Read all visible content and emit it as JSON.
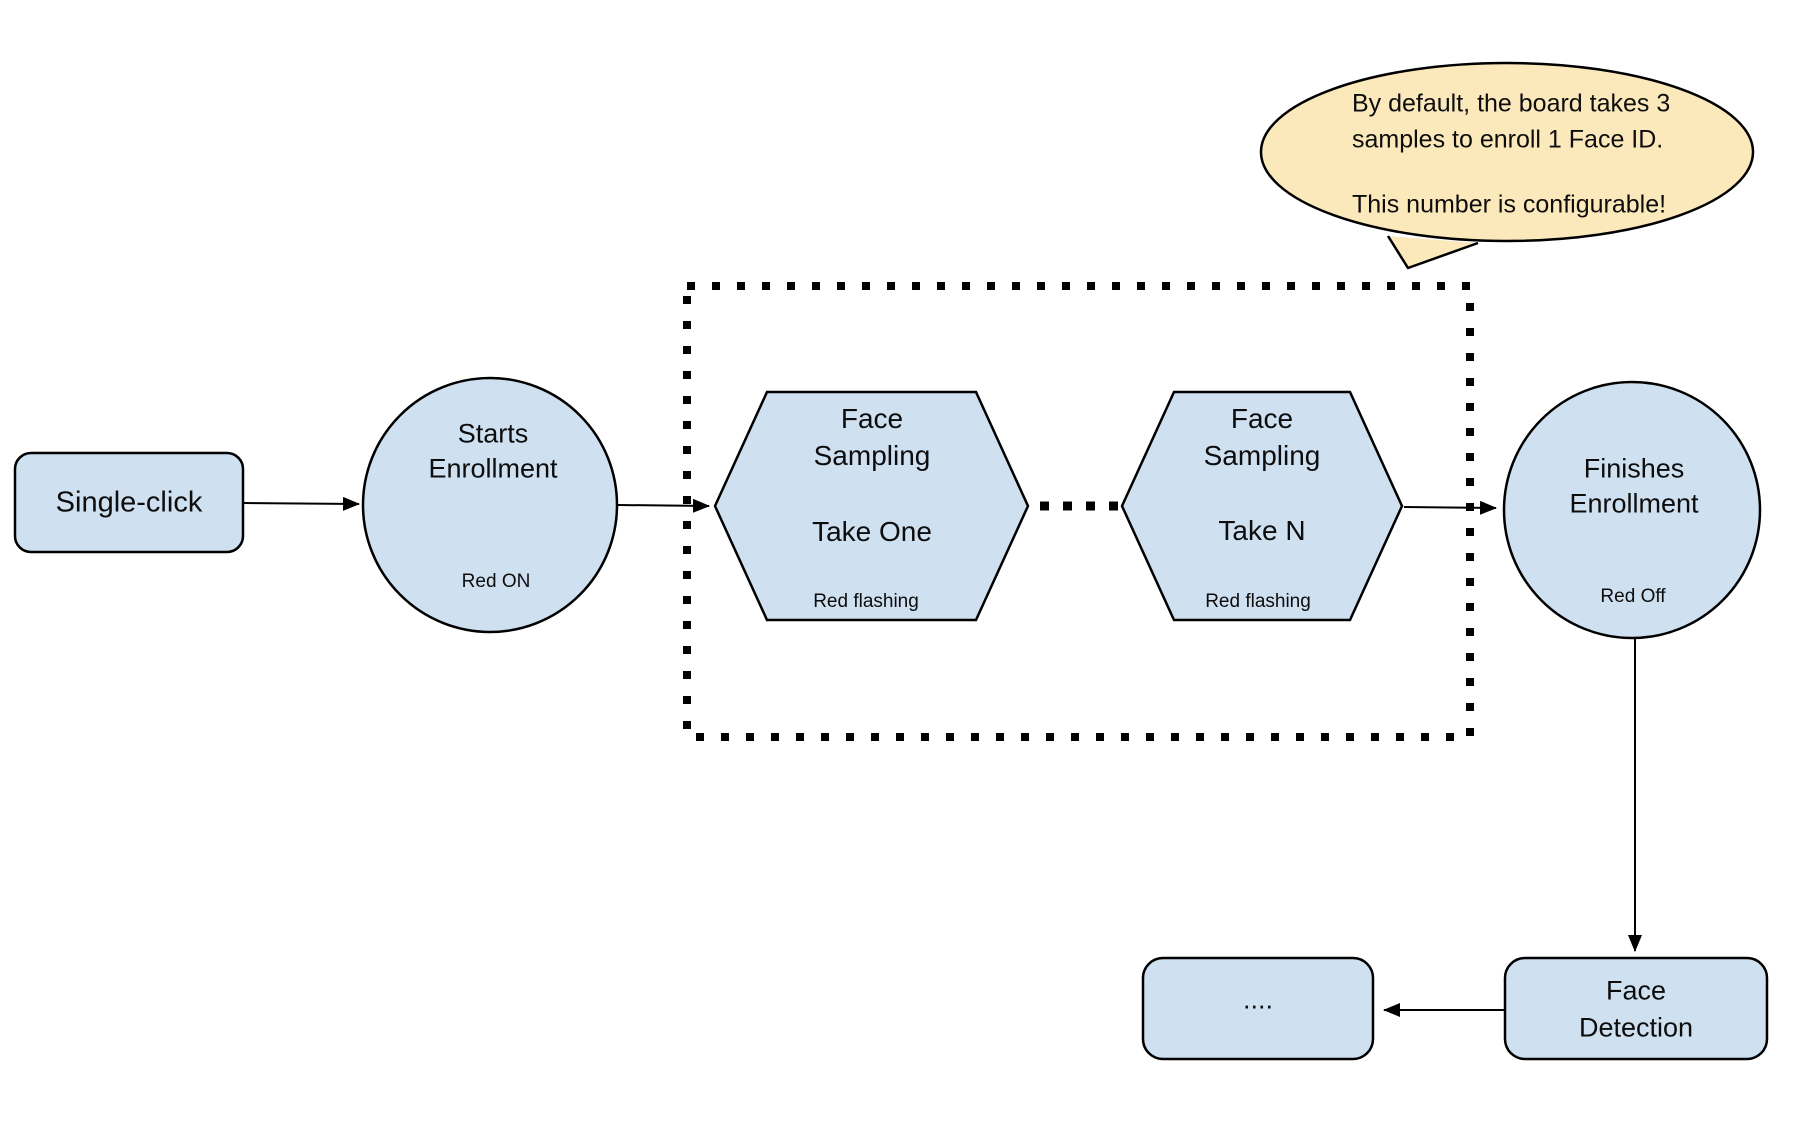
{
  "diagram": {
    "title_hint": "Face ID enrollment flow",
    "nodes": {
      "single_click": {
        "label": "Single-click"
      },
      "starts_enrollment": {
        "line1": "Starts",
        "line2": "Enrollment",
        "status": "Red ON"
      },
      "face_sampling_one": {
        "line1": "Face",
        "line2": "Sampling",
        "take": "Take One",
        "status": "Red flashing"
      },
      "face_sampling_n": {
        "line1": "Face",
        "line2": "Sampling",
        "take": "Take N",
        "status": "Red flashing"
      },
      "finishes_enrollment": {
        "line1": "Finishes",
        "line2": "Enrollment",
        "status": "Red Off"
      },
      "face_detection": {
        "line1": "Face",
        "line2": "Detection"
      },
      "ellipsis_box": {
        "label": "...."
      }
    },
    "callout": {
      "line1": "By default, the board takes 3",
      "line2": "samples to enroll 1 Face ID.",
      "line3": "This number is configurable!"
    },
    "colors": {
      "node_fill": "#cfe0f1",
      "node_stroke": "#000000",
      "callout_fill": "#fbe9bc",
      "background": "#ffffff"
    }
  }
}
